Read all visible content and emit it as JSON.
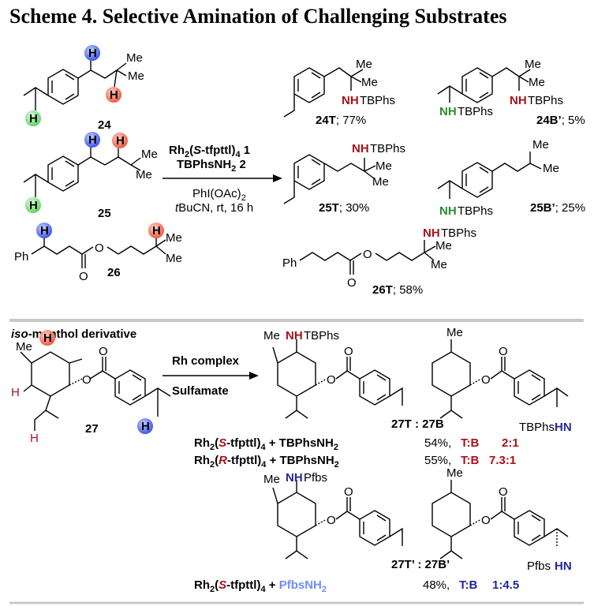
{
  "title": "Scheme 4. Selective Amination of Challenging Substrates",
  "atoms": {
    "H": "H",
    "Me": "Me",
    "Ph": "Ph",
    "O": "O"
  },
  "groups": {
    "NH": "NH",
    "TBPhs": "TBPhs",
    "Pfbs": "Pfbs",
    "HN": "HN"
  },
  "compounds": {
    "c24": "24",
    "c25": "25",
    "c26": "26",
    "c27": "27",
    "p24T_num": "24T",
    "p24T_yield": "; 77%",
    "p24B_num": "24B’",
    "p24B_yield": "; 5%",
    "p25T_num": "25T",
    "p25T_yield": "; 30%",
    "p25B_num": "25B’",
    "p25B_yield": "; 25%",
    "p26T_num": "26T",
    "p26T_yield": "; 58%"
  },
  "conditions": {
    "cat_line": "Rh2(S-tfpttl)4 1",
    "cat_prefix": "Rh",
    "cat_sub2": "2",
    "cat_paren": "(",
    "cat_S": "S",
    "cat_rest": "-tfpttl)",
    "cat_sub4": "4",
    "cat_num": " 1",
    "amine": "TBPhsNH",
    "amine_sub": "2",
    "amine_num": " 2",
    "oxidant": "PhI(OAc)",
    "oxidant_sub": "2",
    "solvent_t": "t",
    "solvent_rest": "BuCN, rt, 16 h"
  },
  "section2": {
    "heading_iso": "iso",
    "heading_rest": "-menthol derivative",
    "rh_complex": "Rh complex",
    "sulfamate": "Sulfamate",
    "ratio1": "27T : 27B",
    "ratio2": "27T’ : 27B’",
    "rows": [
      {
        "cat": "Rh",
        "sub2": "2",
        "open": "(",
        "config": "S",
        "tail": "-tfpttl)",
        "sub4": "4",
        "plus": " + TBPhsNH",
        "nh2": "2",
        "yield": "54%,",
        "tb": "T:B",
        "ratio": "2:1"
      },
      {
        "cat": "Rh",
        "sub2": "2",
        "open": "(",
        "config": "R",
        "tail": "-tfpttl)",
        "sub4": "4",
        "plus": " + TBPhsNH",
        "nh2": "2",
        "yield": "55%,",
        "tb": "T:B",
        "ratio": "7.3:1"
      },
      {
        "cat": "Rh",
        "sub2": "2",
        "open": "(",
        "config": "S",
        "tail": "-tfpttl)",
        "sub4": "4",
        "plus": " + ",
        "reagent": "PfbsNH",
        "nh2": "2",
        "yield": "48%,",
        "tb": "T:B",
        "ratio": "1:4.5"
      }
    ]
  },
  "colors": {
    "red": "#a8121a",
    "green": "#2e8b2e",
    "blue": "#1f2a9c",
    "light_blue": "#6f8cff",
    "divider": "#c8c8c8"
  }
}
